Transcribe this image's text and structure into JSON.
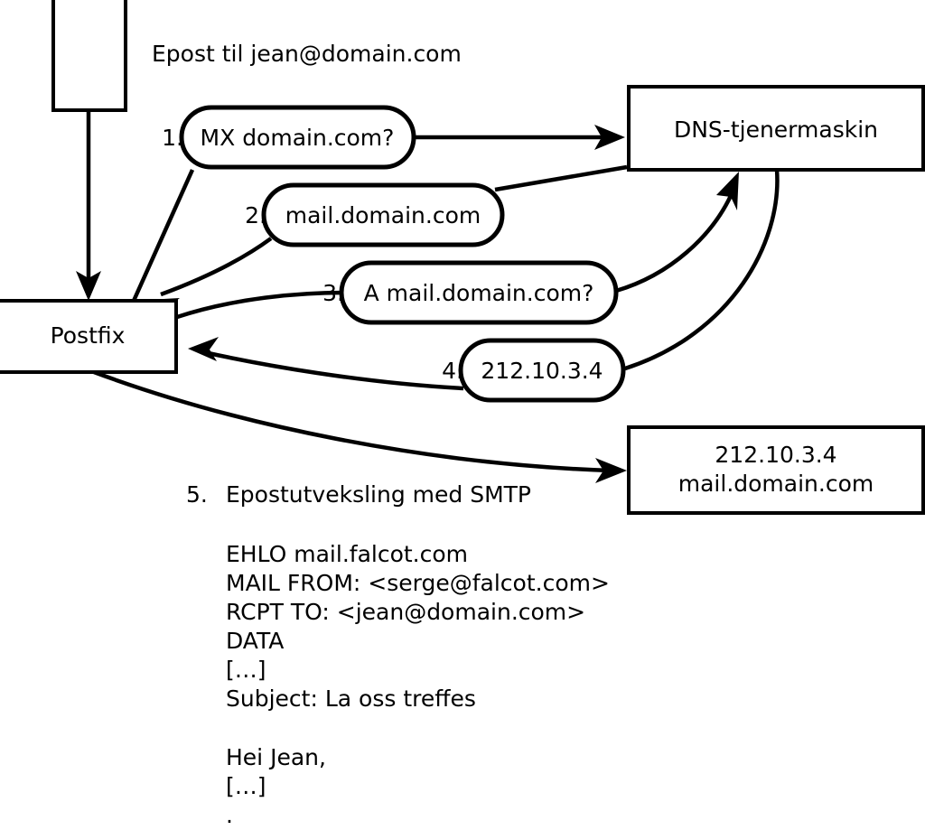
{
  "diagram": {
    "caption": "Epost til jean@domain.com",
    "nodes": [
      {
        "id": "client",
        "label": ""
      },
      {
        "id": "postfix",
        "label": "Postfix"
      },
      {
        "id": "dns",
        "label": "DNS-tjenermaskin"
      },
      {
        "id": "mailserver",
        "line1": "212.10.3.4",
        "line2": "mail.domain.com"
      }
    ],
    "steps": [
      {
        "number": "1.",
        "label": "MX domain.com?"
      },
      {
        "number": "2.",
        "label": "mail.domain.com"
      },
      {
        "number": "3.",
        "label": "A mail.domain.com?"
      },
      {
        "number": "4.",
        "label": "212.10.3.4"
      }
    ],
    "step5": {
      "number": "5.",
      "label": "Epostutveksling med SMTP"
    },
    "smtp_transcript": [
      "EHLO mail.falcot.com",
      "MAIL FROM: <serge@falcot.com>",
      "RCPT TO: <jean@domain.com>",
      "DATA",
      "[…]",
      "Subject: La oss treffes",
      "",
      "Hei Jean,",
      "[…]",
      "."
    ],
    "colors": {
      "stroke": "#000000",
      "fill": "#ffffff",
      "text": "#000000"
    }
  }
}
